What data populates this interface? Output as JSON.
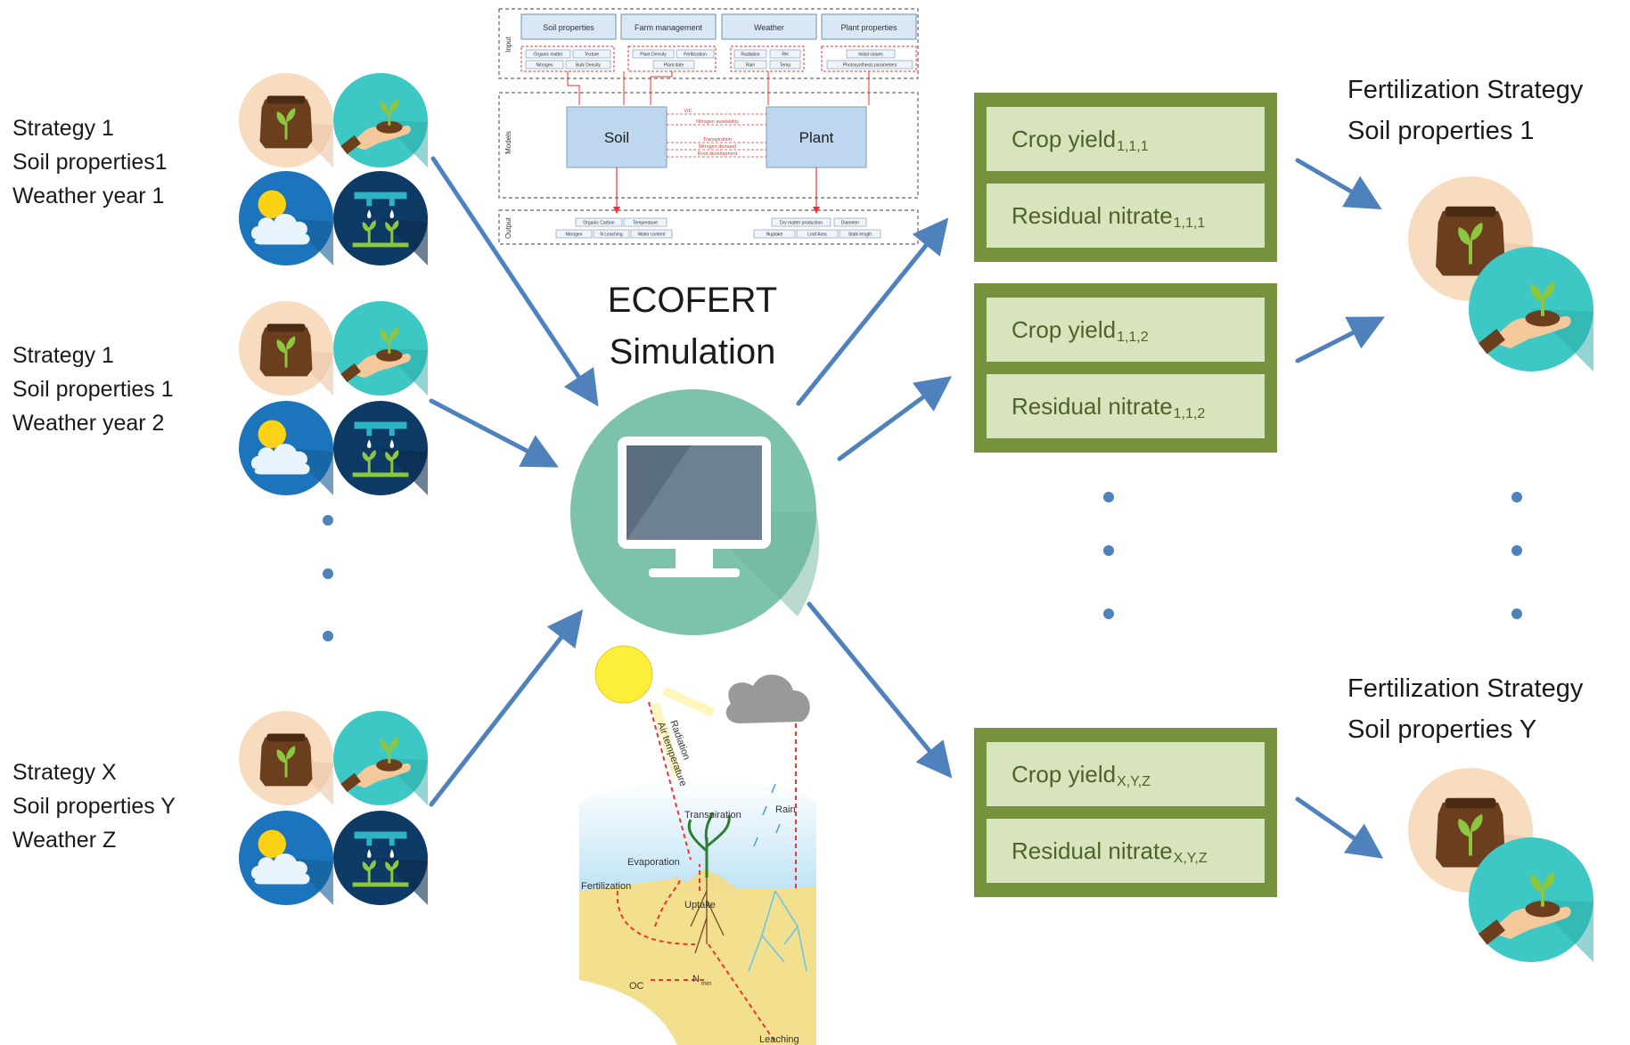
{
  "input_groups": [
    {
      "strategy": "Strategy 1",
      "soil": "Soil properties1",
      "weather": "Weather year 1"
    },
    {
      "strategy": "Strategy 1",
      "soil": "Soil properties 1",
      "weather": "Weather year 2"
    },
    {
      "strategy": "Strategy X",
      "soil": "Soil properties Y",
      "weather": "Weather Z"
    }
  ],
  "center": {
    "title_line1": "ECOFERT",
    "title_line2": "Simulation"
  },
  "model_diagram": {
    "section_labels": [
      "Input",
      "Models",
      "Output"
    ],
    "input_headers": [
      "Soil properties",
      "Farm management",
      "Weather",
      "Plant properties"
    ],
    "input_items": [
      "Organic matter",
      "Texture",
      "Nitrogen",
      "Bulk Density",
      "Plant Density",
      "Fertilization",
      "Plant date",
      "Radiation",
      "RH",
      "Rain",
      "Temp",
      "Initial values",
      "Photosynthesis parameters"
    ],
    "models": [
      "Soil",
      "Plant"
    ],
    "fluxes": [
      "VIC",
      "Nitrogen availability",
      "Transpiration",
      "Nitrogen demand",
      "Root development"
    ],
    "output_items": [
      "Organic Carbon",
      "Temperature",
      "Nitrogen",
      "N Leaching",
      "Water content",
      "Dry matter production",
      "Diameter",
      "Nuptake",
      "Leaf Area",
      "Stalk length"
    ]
  },
  "process_diagram": {
    "labels": [
      "Radiation",
      "Air temperature",
      "Transpiration",
      "Rain",
      "Evaporation",
      "Fertilization",
      "Uptake",
      "OC",
      "N",
      "min",
      "Leaching"
    ]
  },
  "outputs": [
    {
      "crop_label": "Crop yield",
      "crop_sub": "1,1,1",
      "nitrate_label": "Residual nitrate",
      "nitrate_sub": "1,1,1"
    },
    {
      "crop_label": "Crop yield",
      "crop_sub": "1,1,2",
      "nitrate_label": "Residual nitrate",
      "nitrate_sub": "1,1,2"
    },
    {
      "crop_label": "Crop yield",
      "crop_sub": "X,Y,Z",
      "nitrate_label": "Residual nitrate",
      "nitrate_sub": "X,Y,Z"
    }
  ],
  "results": [
    {
      "line1": "Fertilization Strategy",
      "line2": "Soil properties 1"
    },
    {
      "line1": "Fertilization Strategy",
      "line2": "Soil properties Y"
    }
  ],
  "colors": {
    "arrow": "#4f81bd",
    "output_box_border": "#76923c",
    "output_box_fill": "#d7e4bd",
    "output_text": "#4f6228",
    "monitor_circle": "#7cc2ad",
    "fertilizer_circle": "#f7dcc0",
    "hand_circle": "#3ec8c5",
    "weather_circle": "#1c75bc",
    "irrigation_circle": "#0e3a66"
  },
  "icons": [
    "fertilizer-bag-icon",
    "hand-plant-icon",
    "sun-cloud-icon",
    "irrigation-icon",
    "computer-monitor-icon",
    "ellipsis-dot-icon"
  ]
}
